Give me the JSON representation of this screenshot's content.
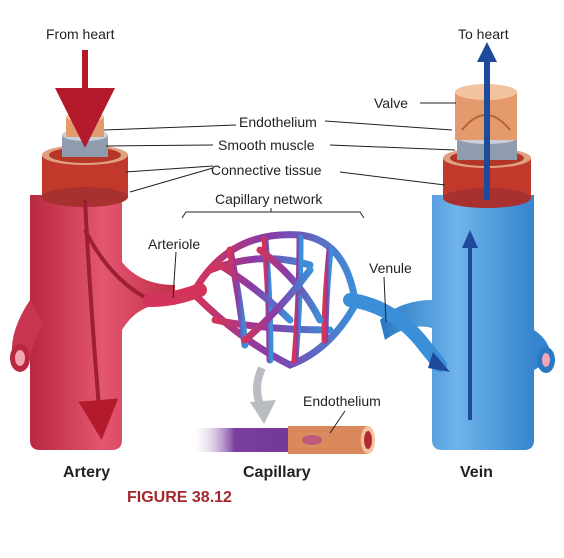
{
  "labels": {
    "from_heart": "From heart",
    "to_heart": "To heart",
    "endothelium": "Endothelium",
    "smooth_muscle": "Smooth muscle",
    "connective_tissue": "Connective tissue",
    "valve": "Valve",
    "capillary_network": "Capillary network",
    "arteriole": "Arteriole",
    "venule": "Venule",
    "capillary_endothelium": "Endothelium"
  },
  "captions": {
    "artery": "Artery",
    "capillary": "Capillary",
    "vein": "Vein"
  },
  "figure_label": "FIGURE 38.12",
  "colors": {
    "artery": "#d83a57",
    "artery_dark": "#9e1f33",
    "vein": "#3a8fd6",
    "vein_dark": "#1f4f95",
    "muscle": "#c0392b",
    "connective": "#e8b79a",
    "endothelium": "#9aa3b0",
    "arrow_red": "#b31b2c",
    "arrow_blue": "#1d4a9a",
    "capillary_tube": "#7a3f9e",
    "figure_text": "#a3282d"
  }
}
